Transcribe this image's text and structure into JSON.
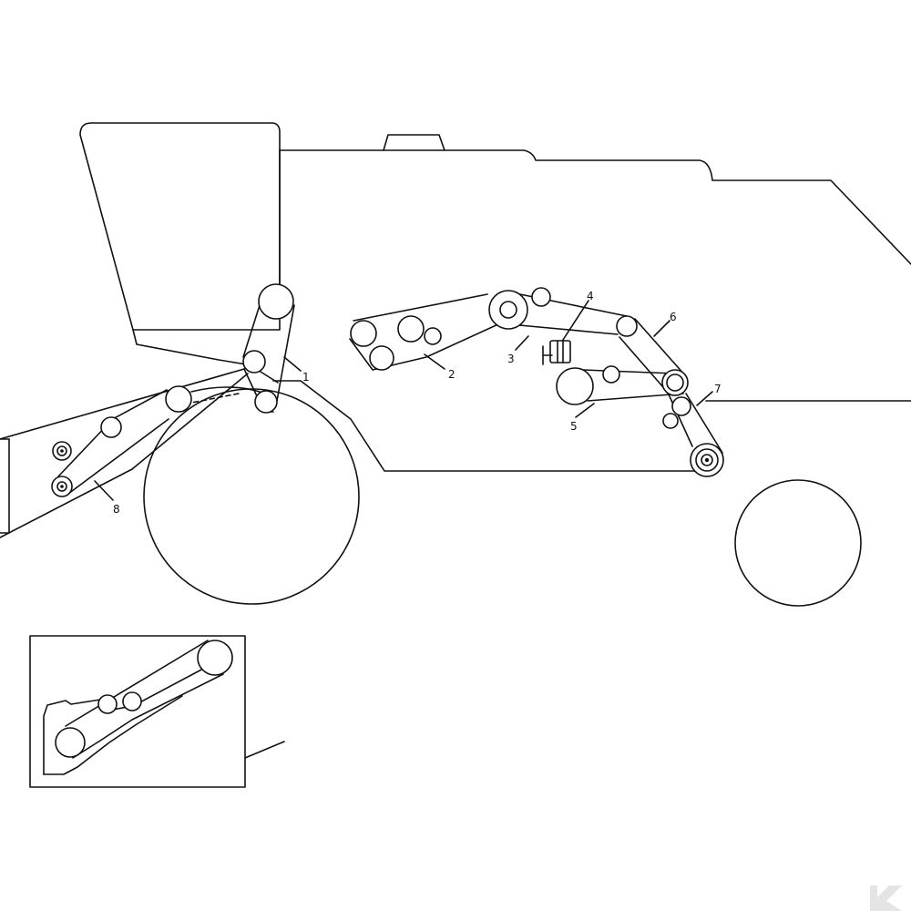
{
  "diagram": {
    "callouts": [
      "1",
      "2",
      "3",
      "4",
      "5",
      "6",
      "7",
      "8"
    ]
  },
  "logo": {
    "icon": "k-brand-logo-icon",
    "color": "#e4e4e4"
  }
}
